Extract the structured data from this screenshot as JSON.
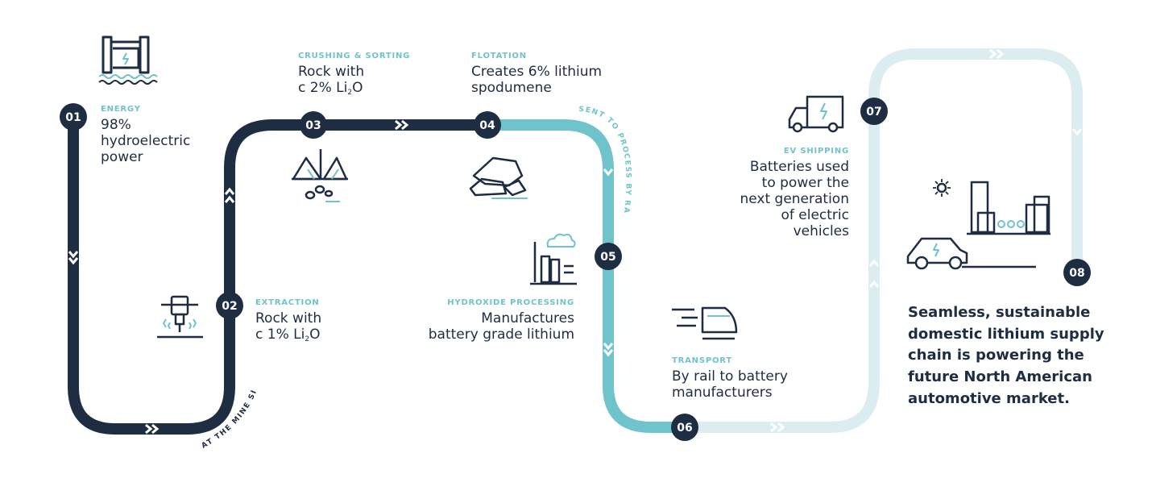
{
  "steps": [
    {
      "number": "01",
      "kicker": "ENERGY",
      "text": "98% hydroelectric power"
    },
    {
      "number": "02",
      "kicker": "EXTRACTION",
      "text_prefix": "Rock with",
      "text_line2": "c 1%  Li",
      "subscript": "2",
      "text_suffix": "O"
    },
    {
      "number": "03",
      "kicker": "CRUSHING & SORTING",
      "text_prefix": "Rock with",
      "text_line2": "c 2% Li",
      "subscript": "2",
      "text_suffix": "O"
    },
    {
      "number": "04",
      "kicker": "FLOTATION",
      "text": "Creates 6% lithium spodumene"
    },
    {
      "number": "05",
      "kicker": "HYDROXIDE PROCESSING",
      "text": "Manufactures battery grade lithium"
    },
    {
      "number": "06",
      "kicker": "TRANSPORT",
      "text": "By rail to battery manufacturers"
    },
    {
      "number": "07",
      "kicker": "EV SHIPPING",
      "text": "Batteries used to power the next generation of electric vehicles"
    },
    {
      "number": "08",
      "text": "Seamless, sustainable domestic lithium supply chain is powering the future North American automotive market."
    }
  ],
  "path_labels": {
    "mine_site": "AT THE MINE SITE",
    "rail": "SENT TO PROCESS BY RAIL"
  },
  "colors": {
    "navy": "#1e2d42",
    "teal": "#6fc3cb",
    "pale": "#dcedf1"
  },
  "icons": [
    "hydro-dam-icon",
    "jackhammer-icon",
    "crusher-icon",
    "rocks-icon",
    "factory-icon",
    "train-icon",
    "truck-icon",
    "city-car-icon"
  ]
}
